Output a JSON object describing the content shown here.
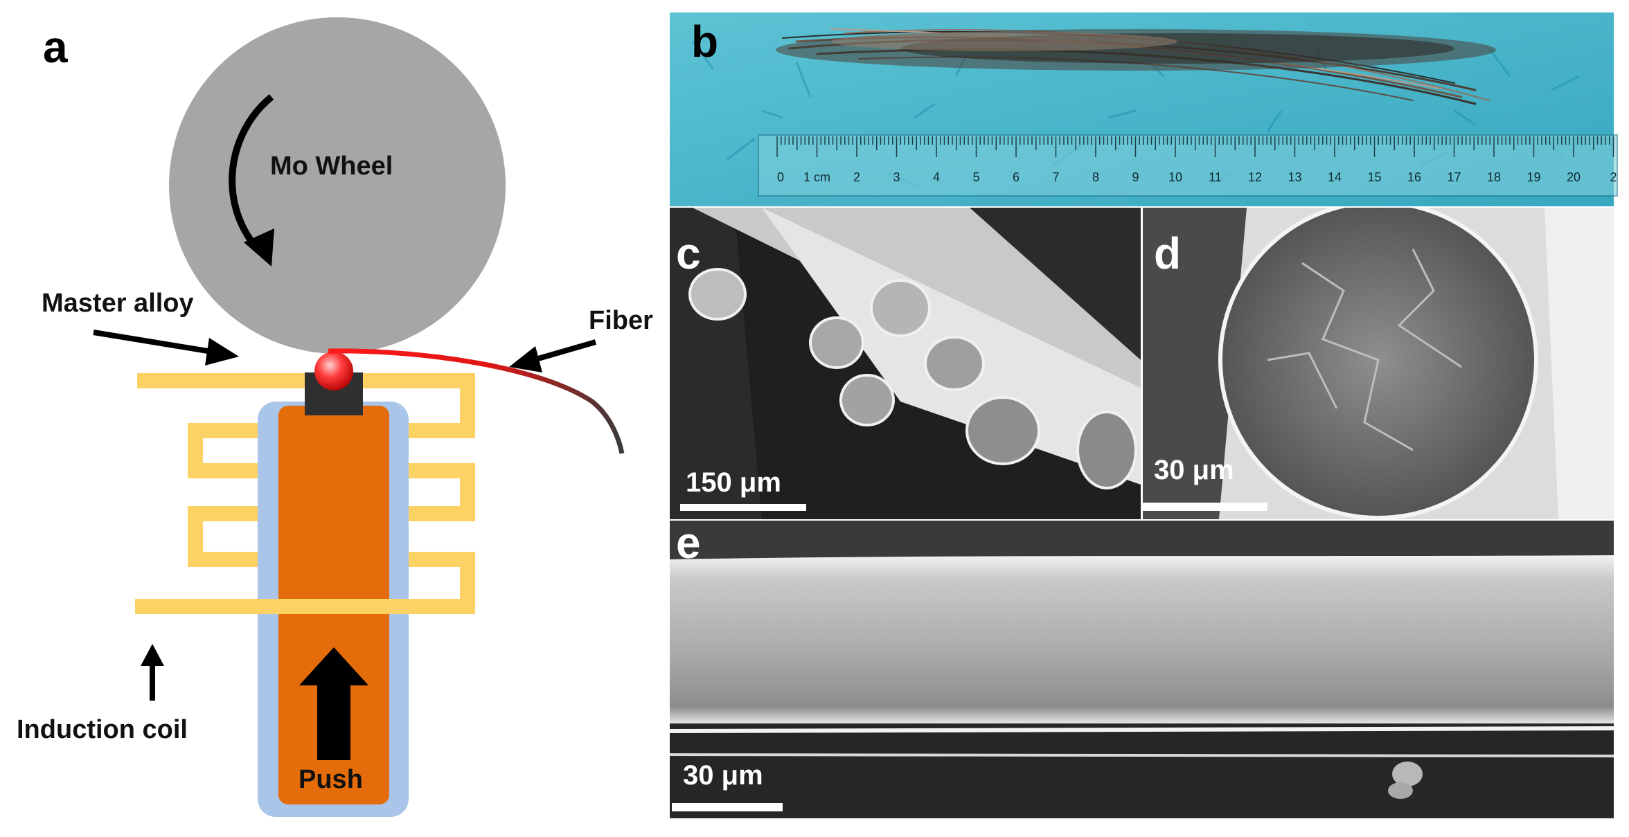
{
  "panels": {
    "a": {
      "letter": "a",
      "wheel_label": "Mo Wheel",
      "master_alloy_label": "Master alloy",
      "fiber_label": "Fiber",
      "induction_coil_label": "Induction coil",
      "push_label": "Push"
    },
    "b": {
      "letter": "b",
      "ruler": {
        "labels": [
          "0",
          "1 cm",
          "2",
          "3",
          "4",
          "5",
          "6",
          "7",
          "8",
          "9",
          "10",
          "11",
          "12",
          "13",
          "14",
          "15",
          "16",
          "17",
          "18",
          "19",
          "20",
          "2"
        ]
      }
    },
    "c": {
      "letter": "c",
      "scale_label": "150 μm"
    },
    "d": {
      "letter": "d",
      "scale_label": "30 μm"
    },
    "e": {
      "letter": "e",
      "scale_label": "30 μm"
    }
  },
  "colors": {
    "wheel": "#a6a6a6",
    "coil": "#fdd264",
    "crucible_outer": "#a9c5ea",
    "crucible_inner": "#e46c0a",
    "fiber": "#e8262a",
    "background_b": "#3fb3c8",
    "sem_gray": "#8a8a8a"
  }
}
